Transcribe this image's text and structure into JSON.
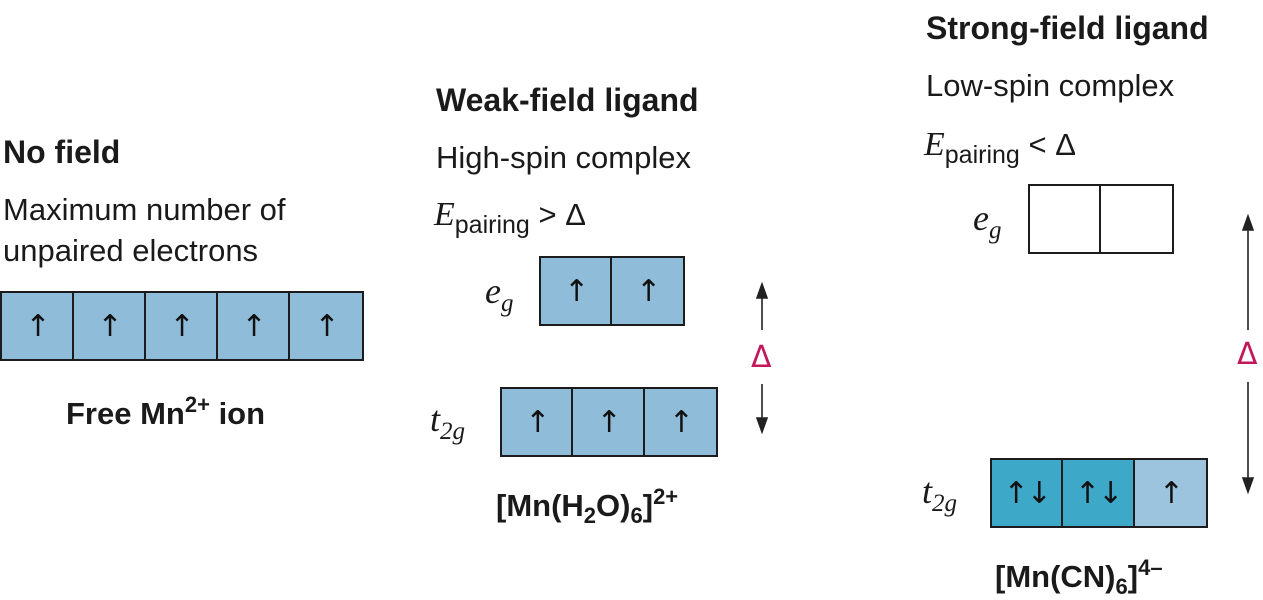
{
  "colors": {
    "light_fill": "#8fbcd8",
    "pale_fill": "#9dc4de",
    "dark_fill": "#3ea8c8",
    "empty_fill": "#ffffff",
    "delta": "#c2185b"
  },
  "symbols": {
    "up": "↑",
    "pair": "↑↓",
    "delta": "Δ",
    "greater": ">",
    "less": "<"
  },
  "no_field": {
    "heading": "No field",
    "desc_line1": "Maximum number of",
    "desc_line2": "unpaired electrons",
    "caption_main": "Free Mn",
    "caption_sup": "2+",
    "caption_end": " ion",
    "orbitals": [
      "↑",
      "↑",
      "↑",
      "↑",
      "↑"
    ]
  },
  "weak": {
    "heading": "Weak-field ligand",
    "desc": "High-spin complex",
    "energy_E": "E",
    "energy_sub": "pairing",
    "eg_main": "e",
    "eg_sub": "g",
    "eg_orbitals": [
      "↑",
      "↑"
    ],
    "t2g_main": "t",
    "t2g_sub": "2g",
    "t2g_orbitals": [
      "↑",
      "↑",
      "↑"
    ],
    "caption_a": "[Mn(H",
    "caption_sub1": "2",
    "caption_b": "O)",
    "caption_sub2": "6",
    "caption_c": "]",
    "caption_sup": "2+"
  },
  "strong": {
    "heading": "Strong-field ligand",
    "desc": "Low-spin complex",
    "energy_E": "E",
    "energy_sub": "pairing",
    "eg_main": "e",
    "eg_sub": "g",
    "eg_orbitals": [
      "",
      ""
    ],
    "t2g_main": "t",
    "t2g_sub": "2g",
    "t2g_orbitals": [
      "↑↓",
      "↑↓",
      "↑"
    ],
    "caption_a": "[Mn(CN)",
    "caption_sub": "6",
    "caption_b": "]",
    "caption_sup": "4–"
  }
}
